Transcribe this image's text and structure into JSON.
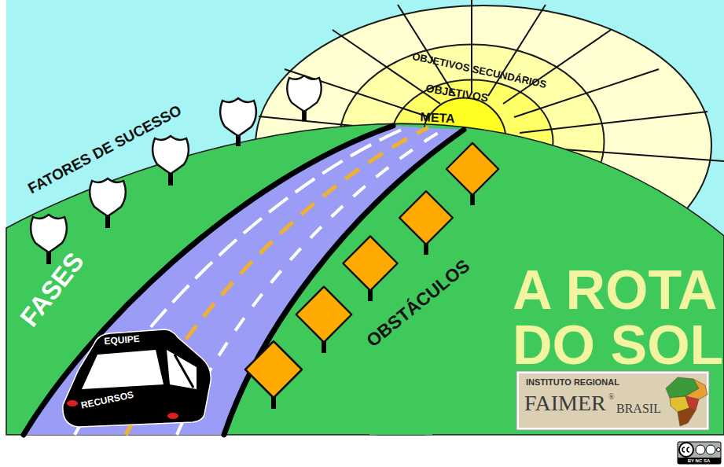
{
  "diagram": {
    "title": "A ROTA DO SOL",
    "nodes": [
      {
        "text": [
          "OBJETIVOS SECUNDÁRIOS"
        ]
      },
      {
        "text": [
          "OBJETIVOS"
        ],
        "in": 0
      },
      {
        "text": [
          "META"
        ],
        "in": 1
      },
      {
        "text": [
          "EQUIPE",
          "RECURSOS"
        ]
      },
      {
        "text": [
          "INSTITUTO REGIONAL",
          "FAIMER",
          "®",
          "BRASIL"
        ]
      }
    ],
    "labels": [
      "FATORES DE SUCESSO",
      "FASES",
      "OBSTÁCULOS",
      "BY NC SA"
    ]
  }
}
